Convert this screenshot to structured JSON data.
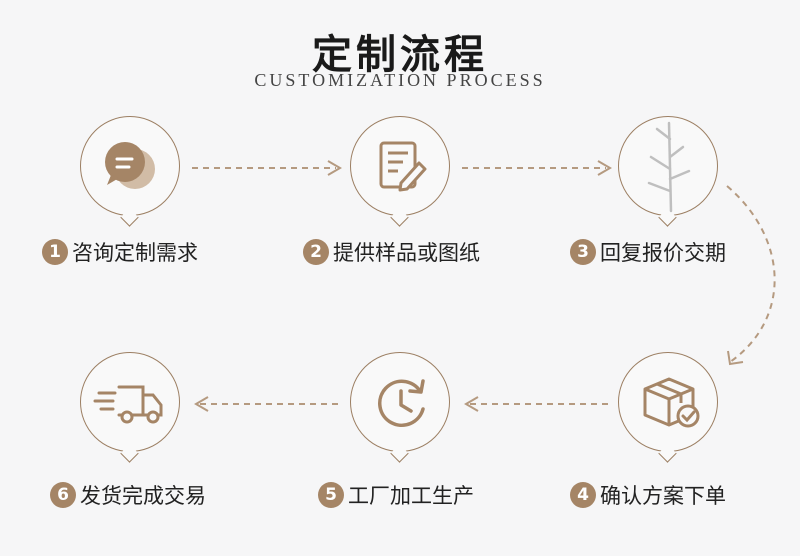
{
  "header": {
    "title": "定制流程",
    "subtitle": "CUSTOMIZATION PROCESS"
  },
  "steps": [
    {
      "num": "1",
      "label": "咨询定制需求",
      "icon": "chat-bubbles-icon"
    },
    {
      "num": "2",
      "label": "提供样品或图纸",
      "icon": "document-edit-icon"
    },
    {
      "num": "3",
      "label": "回复报价交期",
      "icon": "branch-rack-icon"
    },
    {
      "num": "4",
      "label": "确认方案下单",
      "icon": "package-check-icon"
    },
    {
      "num": "5",
      "label": "工厂加工生产",
      "icon": "clock-refresh-icon"
    },
    {
      "num": "6",
      "label": "发货完成交易",
      "icon": "delivery-truck-icon"
    }
  ],
  "colors": {
    "accent": "#a58566",
    "line": "#9c7f63",
    "background": "#f6f6f7"
  }
}
